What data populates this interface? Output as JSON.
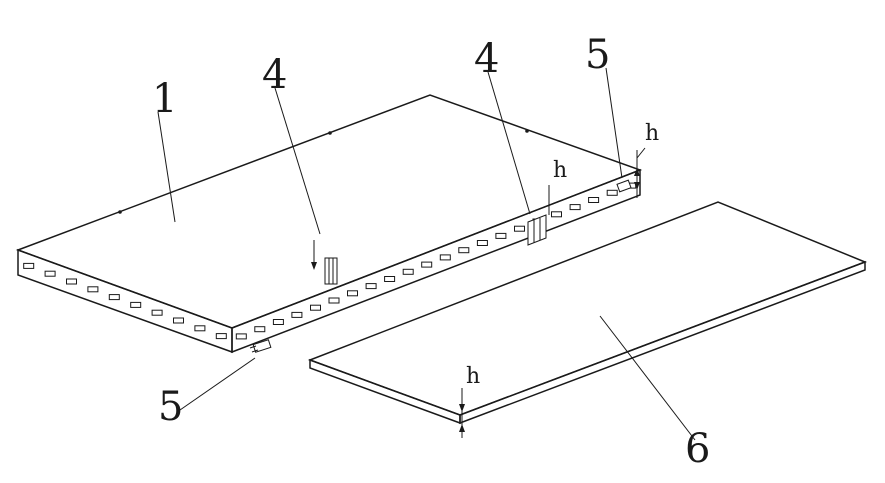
{
  "labels": {
    "base_panel": "1",
    "bracket_left": "4",
    "bracket_right": "4",
    "clip_top_right": "5",
    "clip_bottom_left": "5",
    "cover_panel": "6"
  },
  "dimensions": {
    "h_cover": "h",
    "h_bracket": "h",
    "h_corner": "h"
  }
}
